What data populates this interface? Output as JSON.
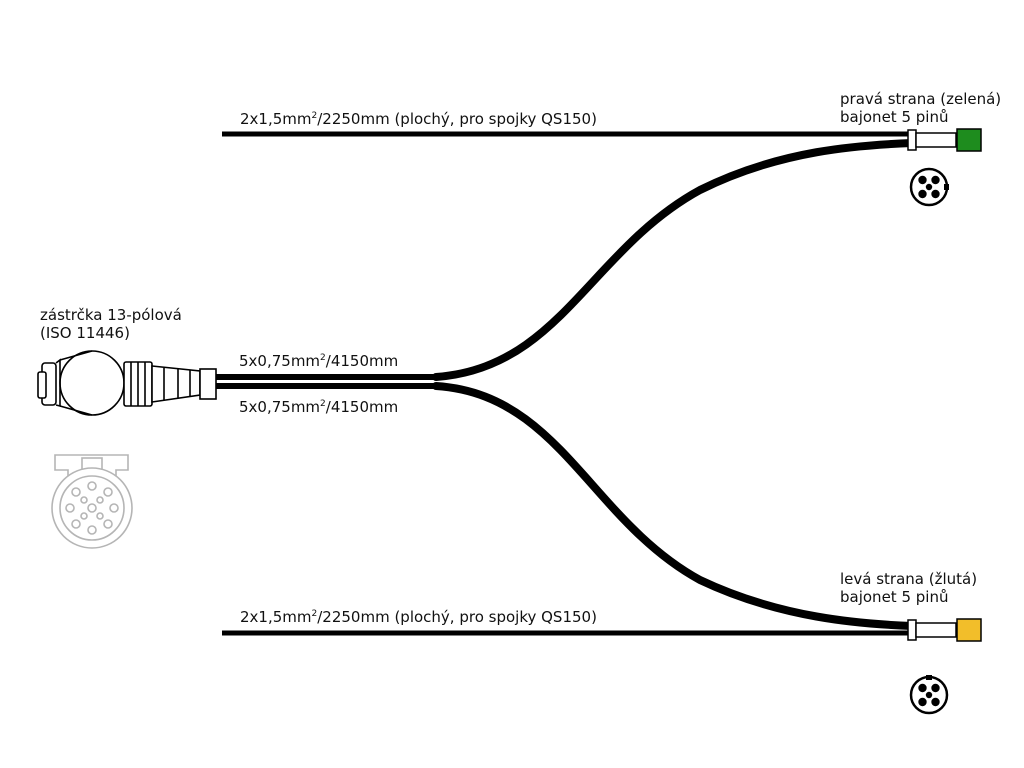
{
  "plug": {
    "label_line1": "zástrčka 13-pólová",
    "label_line2": "(ISO 11446)"
  },
  "main_cable": {
    "upper": {
      "prefix": "5x0,75mm",
      "sup": "2",
      "suffix": "/4150mm"
    },
    "lower": {
      "prefix": "5x0,75mm",
      "sup": "2",
      "suffix": "/4150mm"
    }
  },
  "flat_cable_top": {
    "prefix": "2x1,5mm",
    "sup": "2",
    "suffix": "/2250mm (plochý, pro spojky QS150)"
  },
  "flat_cable_bottom": {
    "prefix": "2x1,5mm",
    "sup": "2",
    "suffix": "/2250mm (plochý, pro spojky QS150)"
  },
  "right_side": {
    "line1": "pravá  strana (zelená)",
    "line2": "bajonet 5 pinů",
    "connector_color": "#1e8c1e"
  },
  "left_side": {
    "line1": "levá  strana (žlutá)",
    "line2": "bajonet 5 pinů",
    "connector_color": "#f2be2a"
  },
  "cable_color": "#000000"
}
